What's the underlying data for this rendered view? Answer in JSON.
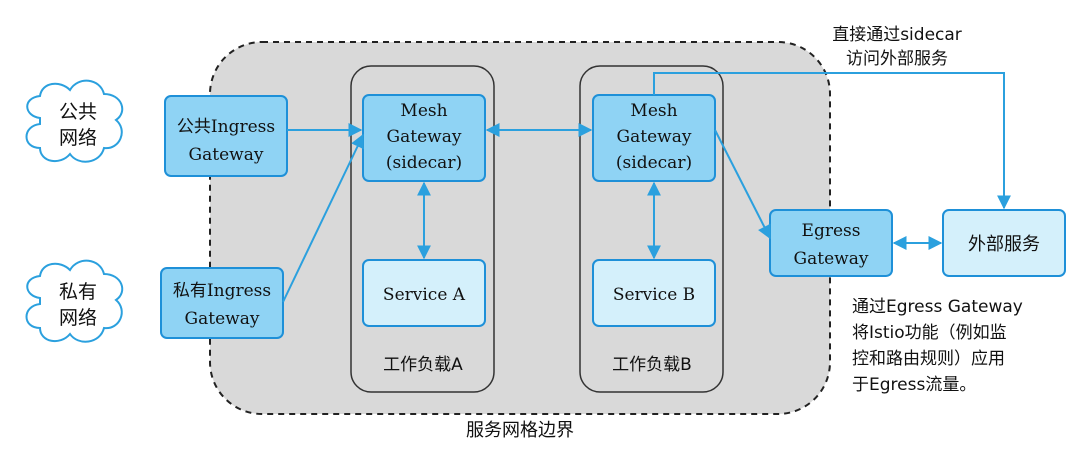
{
  "clouds": {
    "public": [
      "公共",
      "网络"
    ],
    "private": [
      "私有",
      "网络"
    ]
  },
  "ingress": {
    "public": [
      "公共Ingress",
      "Gateway"
    ],
    "private": [
      "私有Ingress",
      "Gateway"
    ]
  },
  "mesh_gateway": [
    "Mesh",
    "Gateway",
    "(sidecar)"
  ],
  "services": {
    "a": "Service A",
    "b": "Service B"
  },
  "workloads": {
    "a": "工作负载A",
    "b": "工作负载B"
  },
  "egress": [
    "Egress",
    "Gateway"
  ],
  "external_service": "外部服务",
  "boundary_label": "服务网格边界",
  "notes": {
    "sidecar_direct": [
      "直接通过sidecar",
      "访问外部服务"
    ],
    "egress_note": [
      "通过Egress Gateway",
      "将Istio功能（例如监",
      "控和路由规则）应用",
      "于Egress流量。"
    ]
  },
  "colors": {
    "boundary_fill": "#d9d9d9",
    "gateway_fill": "#8fd3f4",
    "service_fill": "#d4f0fb",
    "border_blue": "#1e90d8",
    "arrow": "#2ba0de"
  }
}
